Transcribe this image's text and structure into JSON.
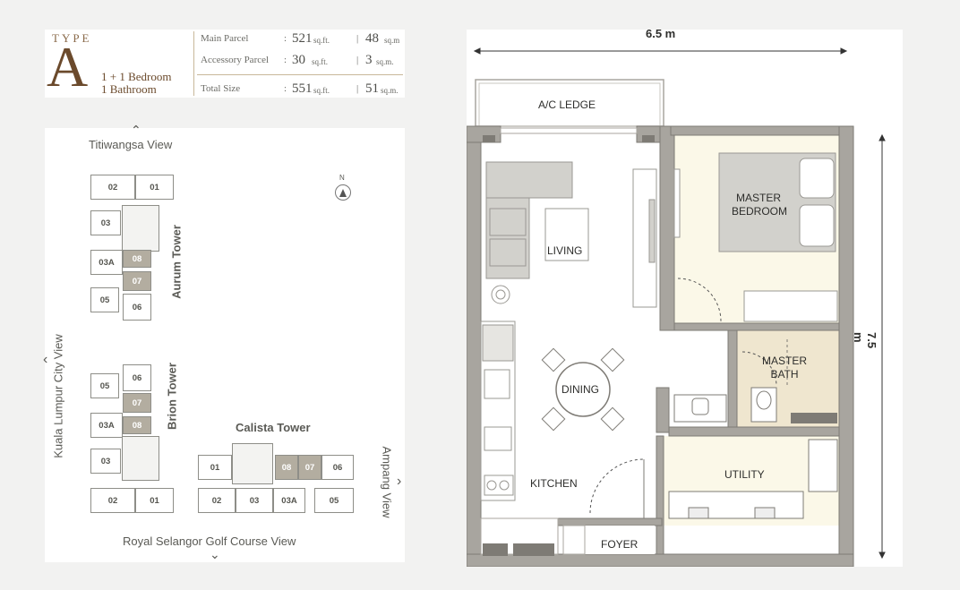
{
  "header": {
    "type_label": "TYPE",
    "type_letter": "A",
    "bedroom": "1 + 1 Bedroom",
    "bathroom": "1 Bathroom",
    "rows": [
      {
        "label": "Main Parcel",
        "colon": ":",
        "sqft": "521",
        "sqft_unit": "sq.ft.",
        "bar": "|",
        "sqm": "48",
        "sqm_unit": "sq.m"
      },
      {
        "label": "Accessory Parcel",
        "colon": ":",
        "sqft": "30",
        "sqft_unit": "sq.ft.",
        "bar": "|",
        "sqm": "3",
        "sqm_unit": "sq.m."
      },
      {
        "label": "Total Size",
        "colon": ":",
        "sqft": "551",
        "sqft_unit": "sq.ft.",
        "bar": "|",
        "sqm": "51",
        "sqm_unit": "sq.m."
      }
    ]
  },
  "key_plan": {
    "views": {
      "top": "Titiwangsa View",
      "left": "Kuala Lumpur City View",
      "bottom": "Royal Selangor Golf Course View",
      "right": "Ampang View"
    },
    "north": "N",
    "towers": {
      "aurum": "Aurum Tower",
      "brion": "Brion Tower",
      "calista": "Calista Tower"
    },
    "aurum_units": [
      "02",
      "01",
      "03",
      "03A",
      "08",
      "07",
      "05",
      "06"
    ],
    "brion_units": [
      "05",
      "06",
      "07",
      "03A",
      "08",
      "03",
      "02",
      "01"
    ],
    "calista_units": [
      "01",
      "08",
      "07",
      "06",
      "02",
      "03",
      "03A",
      "05"
    ],
    "highlight_units": [
      "08",
      "07"
    ],
    "highlight_color": "#b3ada0"
  },
  "floor_plan": {
    "width_dim": "6.5 m",
    "height_dim": "7.5 m",
    "rooms": {
      "ac_ledge": "A/C LEDGE",
      "master_bedroom_1": "MASTER",
      "master_bedroom_2": "BEDROOM",
      "living": "LIVING",
      "master_bath_1": "MASTER",
      "master_bath_2": "BATH",
      "dining": "DINING",
      "utility": "UTILITY",
      "kitchen": "KITCHEN",
      "foyer": "FOYER"
    },
    "colors": {
      "wall": "#a8a59f",
      "bedroom_fill": "#fbf8e8",
      "bath_fill": "#efe6cf",
      "furniture": "#d2d1cc"
    }
  }
}
